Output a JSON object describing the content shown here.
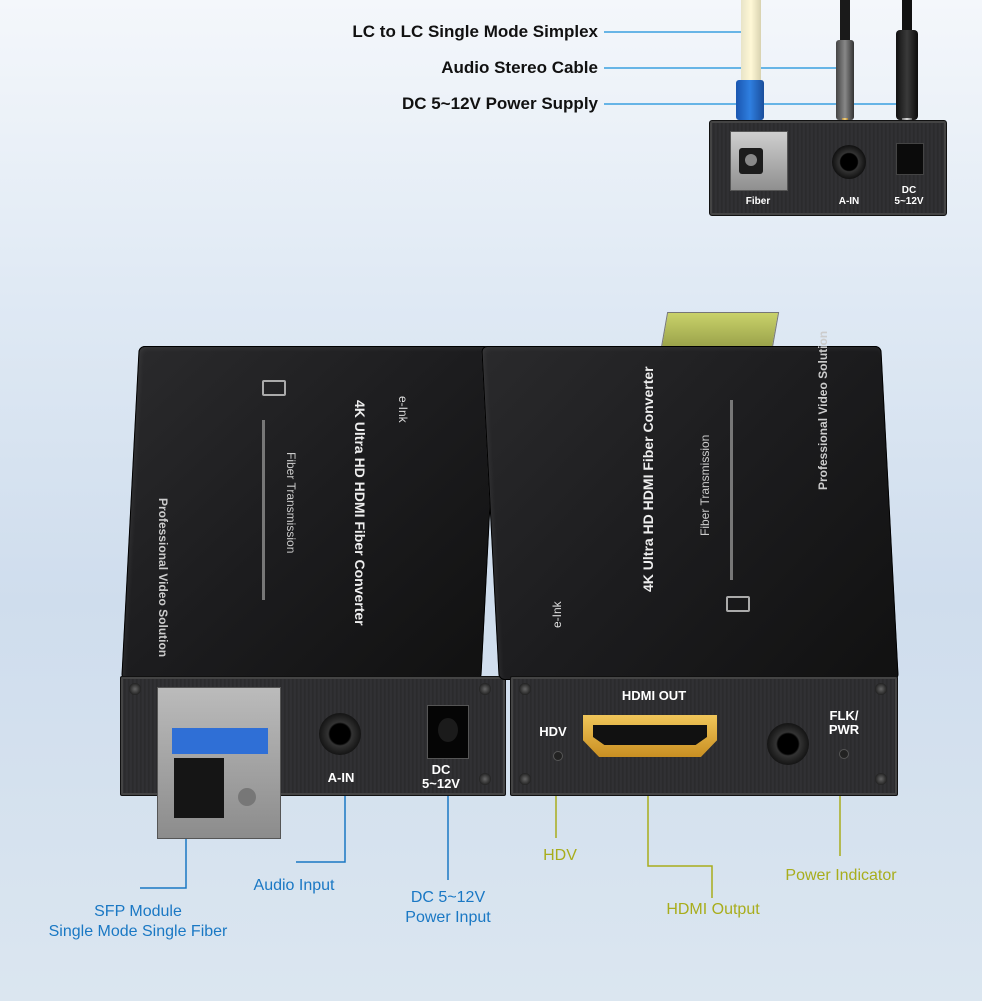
{
  "top_labels": {
    "fiber_cable": "LC to LC Single Mode Simplex",
    "audio_cable": "Audio Stereo Cable",
    "power": "DC 5~12V Power Supply"
  },
  "inset_panel": {
    "fiber": "Fiber",
    "ain": "A-IN",
    "dc_line1": "DC",
    "dc_line2": "5~12V"
  },
  "left_unit": {
    "brand": "e-Ink",
    "product": "4K Ultra HD HDMI Fiber Converter",
    "transmission": "Fiber Transmission",
    "tagline": "Professional Video Solution",
    "ain": "A-IN",
    "dc_line1": "DC",
    "dc_line2": "5~12V"
  },
  "right_unit": {
    "brand": "e-Ink",
    "product": "4K Ultra HD HDMI Fiber Converter",
    "transmission": "Fiber Transmission",
    "tagline": "Professional Video Solution",
    "hdmi_out": "HDMI OUT",
    "hdv": "HDV",
    "flk_line1": "FLK/",
    "flk_line2": "PWR"
  },
  "callouts": {
    "sfp_line1": "SFP Module",
    "sfp_line2": "Single Mode Single Fiber",
    "audio_input": "Audio Input",
    "dc_line1": "DC 5~12V",
    "dc_line2": "Power Input",
    "hdv": "HDV",
    "hdmi_output": "HDMI Output",
    "power_indicator": "Power Indicator"
  },
  "colors": {
    "callout_blue": "#1a78c4",
    "callout_olive": "#a8ad1c",
    "sfp_latch": "#2f6fd6",
    "hdmi_gold": "#d4a534"
  }
}
